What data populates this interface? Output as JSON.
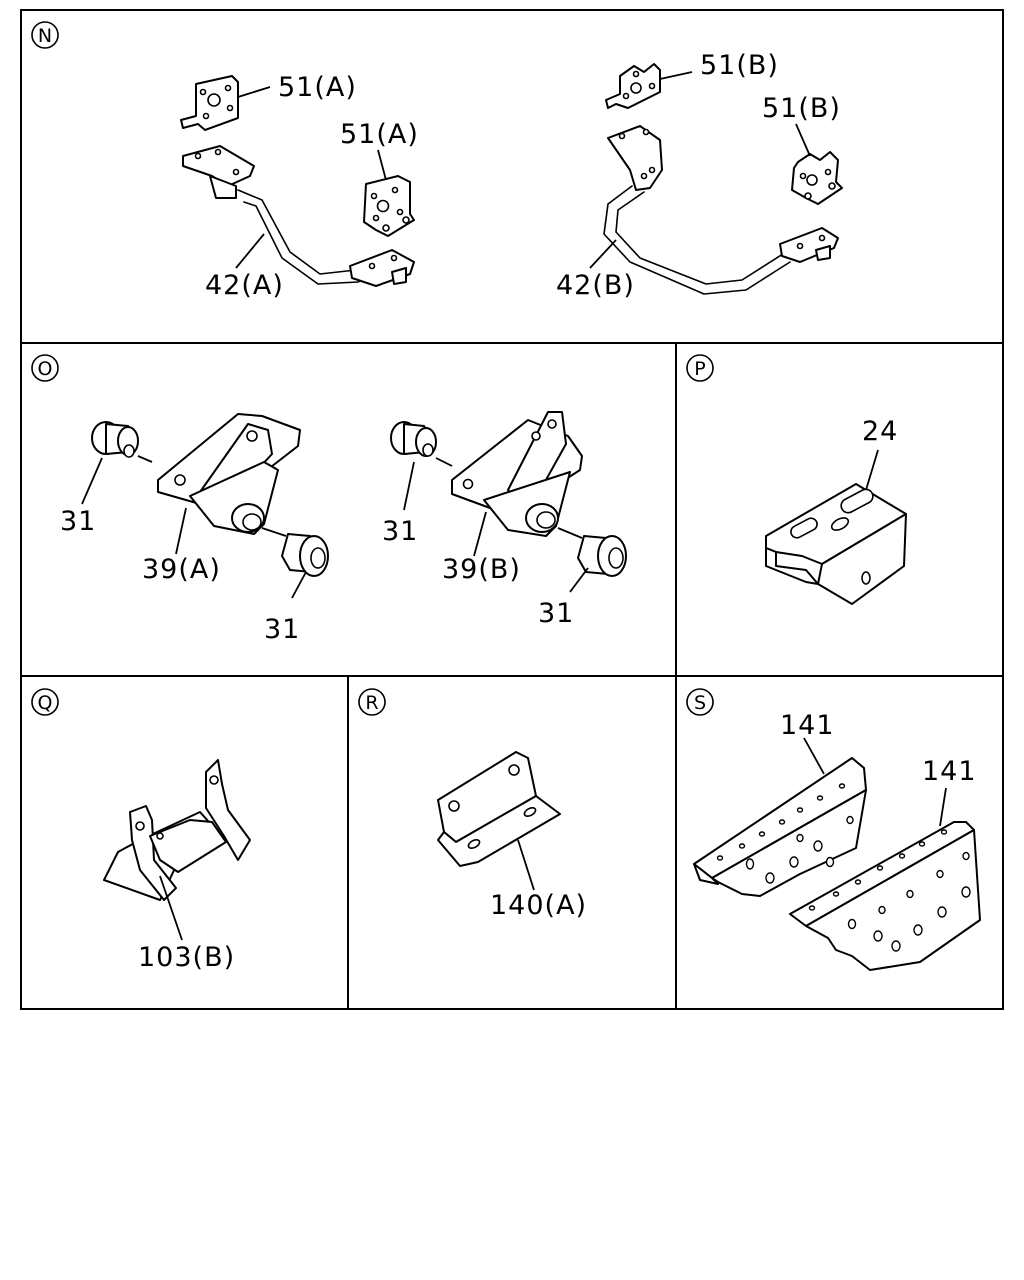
{
  "panels": {
    "N": {
      "letter": "N",
      "labels": {
        "bracket_a1": "51(A)",
        "bracket_a2": "51(A)",
        "bracket_b1": "51(B)",
        "bracket_b2": "51(B)",
        "bar_a": "42(A)",
        "bar_b": "42(B)"
      }
    },
    "O": {
      "letter": "O",
      "labels": {
        "bush_a_left": "31",
        "bush_a_right": "31",
        "hanger_a": "39(A)",
        "bush_b_left": "31",
        "bush_b_right": "31",
        "hanger_b": "39(B)"
      }
    },
    "P": {
      "letter": "P",
      "labels": {
        "bracket": "24"
      }
    },
    "Q": {
      "letter": "Q",
      "labels": {
        "bracket": "103(B)"
      }
    },
    "R": {
      "letter": "R",
      "labels": {
        "bracket": "140(A)"
      }
    },
    "S": {
      "letter": "S",
      "labels": {
        "bracket_1": "141",
        "bracket_2": "141"
      }
    }
  }
}
